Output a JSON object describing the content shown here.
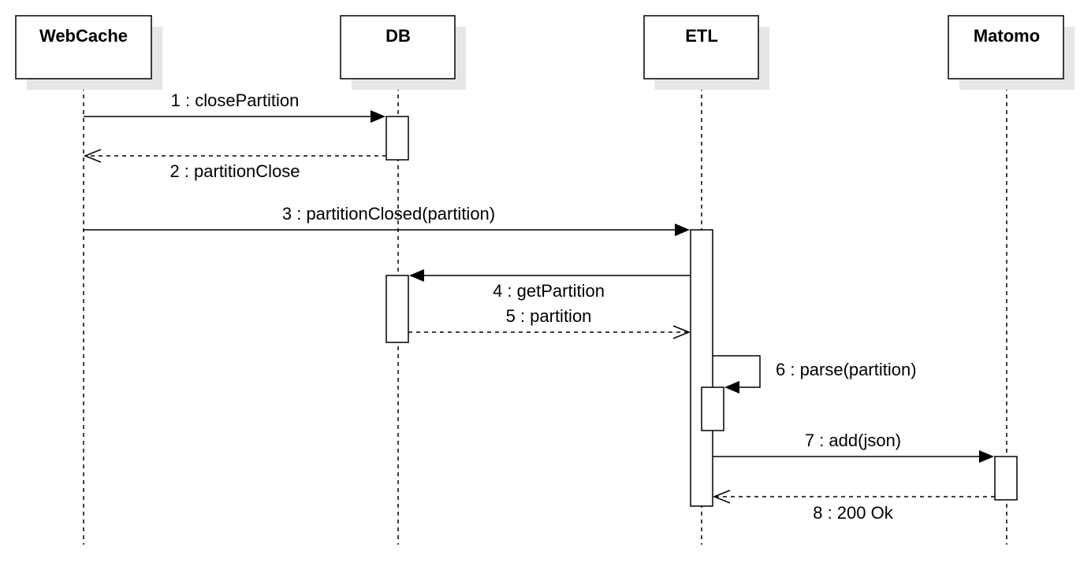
{
  "participants": [
    {
      "name": "WebCache"
    },
    {
      "name": "DB"
    },
    {
      "name": "ETL"
    },
    {
      "name": "Matomo"
    }
  ],
  "messages": [
    {
      "label": "1 : closePartition"
    },
    {
      "label": "2 : partitionClose"
    },
    {
      "label": "3 : partitionClosed(partition)"
    },
    {
      "label": "4 : getPartition"
    },
    {
      "label": "5 : partition"
    },
    {
      "label": "6 : parse(partition)"
    },
    {
      "label": "7 : add(json)"
    },
    {
      "label": "8 : 200 Ok"
    }
  ]
}
